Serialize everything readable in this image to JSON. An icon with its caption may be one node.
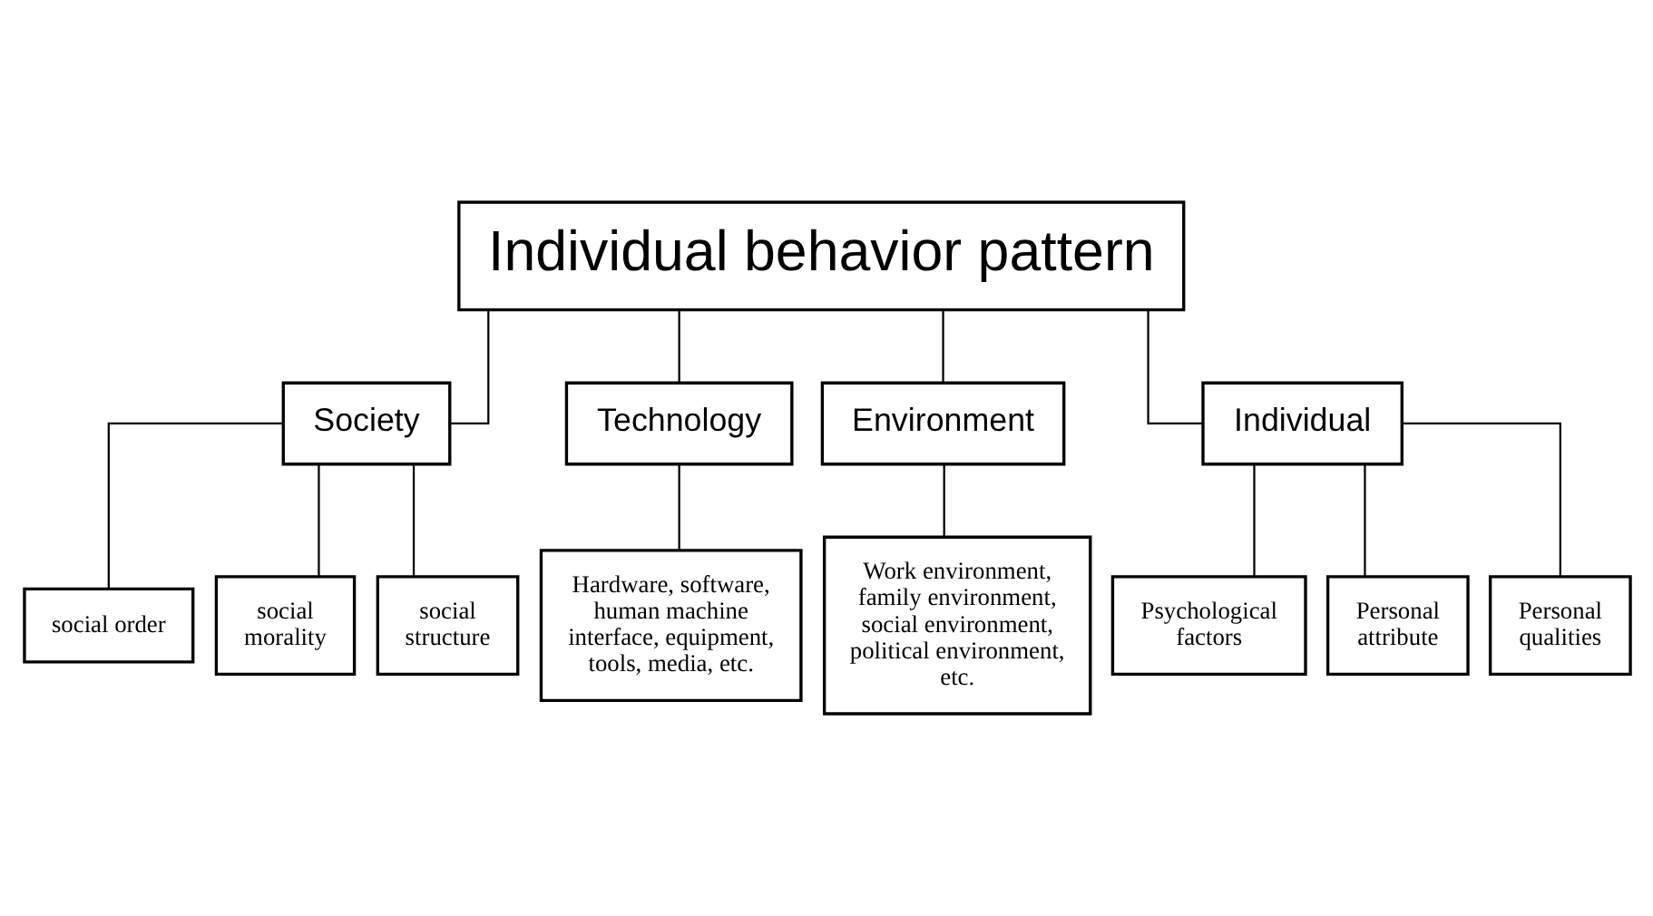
{
  "diagram": {
    "nodes": [
      {
        "text": [
          "Individual behavior pattern"
        ]
      },
      {
        "text": [
          "Society"
        ]
      },
      {
        "text": [
          "Technology"
        ]
      },
      {
        "text": [
          "Environment"
        ]
      },
      {
        "text": [
          "Individual"
        ]
      },
      {
        "text": [
          "social order"
        ]
      },
      {
        "text": [
          "social morality"
        ]
      },
      {
        "text": [
          "social structure"
        ]
      },
      {
        "text": [
          "Hardware, software, human machine interface, equipment, tools, media, etc."
        ]
      },
      {
        "text": [
          "Work environment, family environment, social environment, political environment, etc."
        ]
      },
      {
        "text": [
          "Psychological factors"
        ]
      },
      {
        "text": [
          "Personal attribute"
        ]
      },
      {
        "text": [
          "Personal qualities"
        ]
      }
    ],
    "edges": [
      {
        "from": 0,
        "to": 1,
        "arrow": "none"
      },
      {
        "from": 0,
        "to": 2,
        "arrow": "none"
      },
      {
        "from": 0,
        "to": 3,
        "arrow": "none"
      },
      {
        "from": 0,
        "to": 4,
        "arrow": "none"
      },
      {
        "from": 1,
        "to": 5,
        "arrow": "none"
      },
      {
        "from": 1,
        "to": 6,
        "arrow": "none"
      },
      {
        "from": 1,
        "to": 7,
        "arrow": "none"
      },
      {
        "from": 2,
        "to": 8,
        "arrow": "none"
      },
      {
        "from": 3,
        "to": 9,
        "arrow": "none"
      },
      {
        "from": 4,
        "to": 10,
        "arrow": "none"
      },
      {
        "from": 4,
        "to": 11,
        "arrow": "none"
      },
      {
        "from": 4,
        "to": 12,
        "arrow": "none"
      }
    ]
  }
}
